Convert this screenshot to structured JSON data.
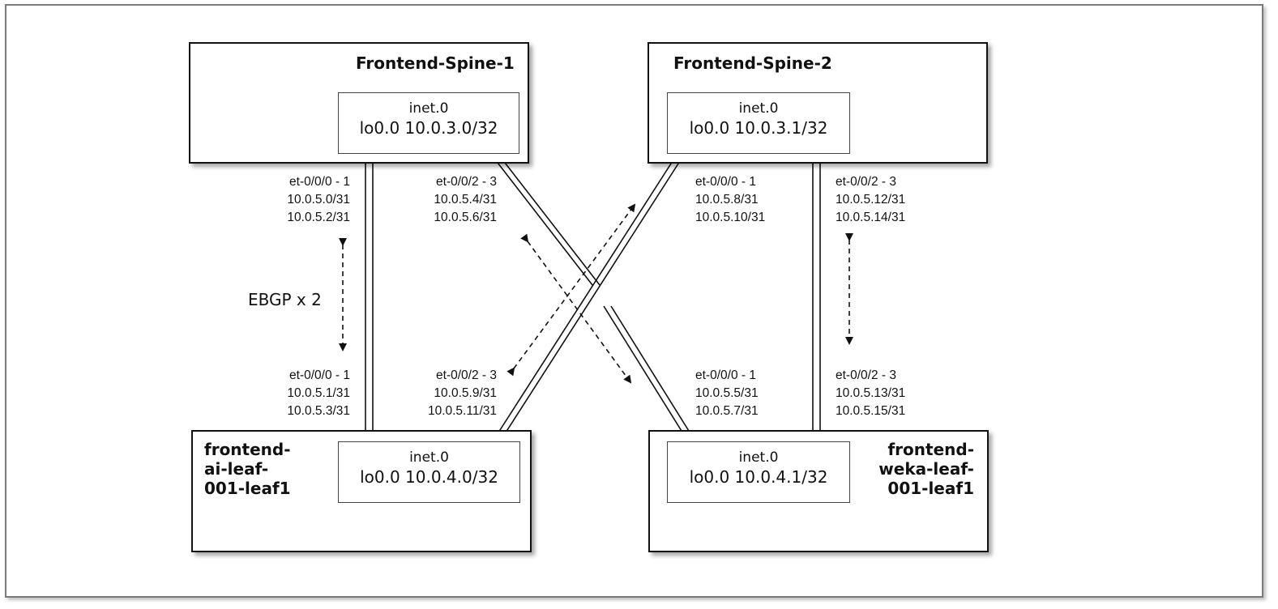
{
  "nodes": {
    "spine1": {
      "name": "Frontend-Spine-1",
      "table": "inet.0",
      "loopback": "lo0.0 10.0.3.0/32"
    },
    "spine2": {
      "name": "Frontend-Spine-2",
      "table": "inet.0",
      "loopback": "lo0.0 10.0.3.1/32"
    },
    "leaf_ai": {
      "name_lines": [
        "frontend-",
        "ai-leaf-",
        "001-leaf1"
      ],
      "table": "inet.0",
      "loopback": "lo0.0 10.0.4.0/32"
    },
    "leaf_weka": {
      "name_lines": [
        "frontend-",
        "weka-leaf-",
        "001-leaf1"
      ],
      "table": "inet.0",
      "loopback": "lo0.0 10.0.4.1/32"
    }
  },
  "links": {
    "s1_aileaf_top": [
      "et-0/0/0 - 1",
      "10.0.5.0/31",
      "10.0.5.2/31"
    ],
    "s1_wekaleaf_top": [
      "et-0/0/2 - 3",
      "10.0.5.4/31",
      "10.0.5.6/31"
    ],
    "s2_aileaf_top": [
      "et-0/0/0 - 1",
      "10.0.5.8/31",
      "10.0.5.10/31"
    ],
    "s2_wekaleaf_top": [
      "et-0/0/2 - 3",
      "10.0.5.12/31",
      "10.0.5.14/31"
    ],
    "aileaf_s1_bottom": [
      "et-0/0/0 - 1",
      "10.0.5.1/31",
      "10.0.5.3/31"
    ],
    "aileaf_s2_bottom": [
      "et-0/0/2 - 3",
      "10.0.5.9/31",
      "10.0.5.11/31"
    ],
    "wekaleaf_s1_bottom": [
      "et-0/0/0 - 1",
      "10.0.5.5/31",
      "10.0.5.7/31"
    ],
    "wekaleaf_s2_bottom": [
      "et-0/0/2 - 3",
      "10.0.5.13/31",
      "10.0.5.15/31"
    ]
  },
  "ebgp_label": "EBGP x 2"
}
